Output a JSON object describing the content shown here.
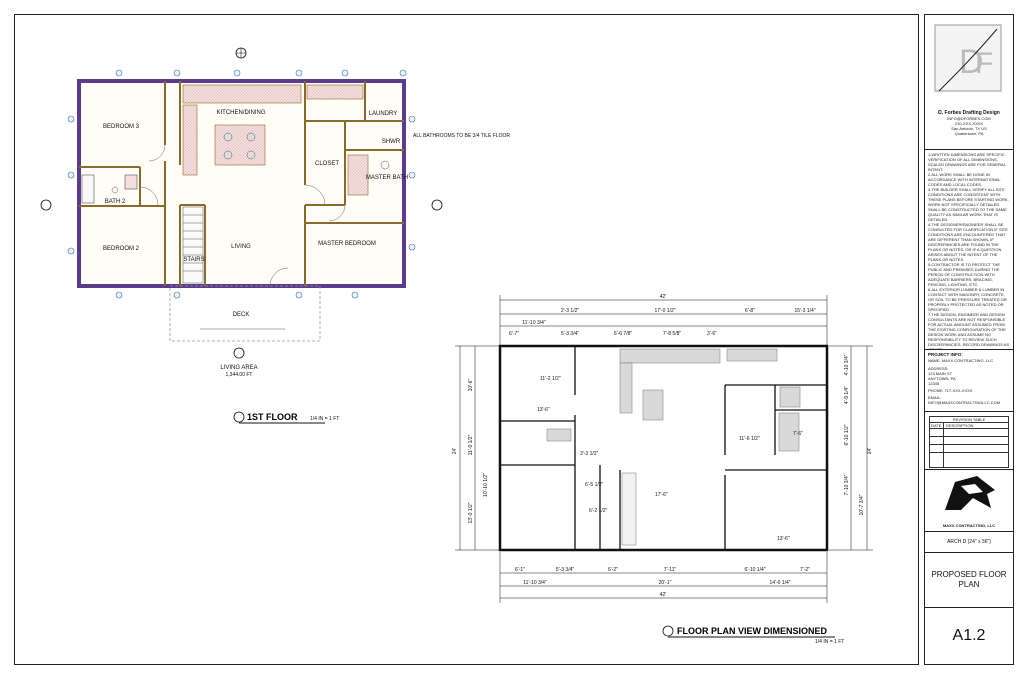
{
  "firm": {
    "name": "D. Forbes Drafting Design",
    "contact": [
      "INFO@DFORBES.COM",
      "210-XXX-XXXX",
      "San Antonio, TX US",
      "Quakertown, PA"
    ]
  },
  "notes": [
    "1.WRITTEN DIMENSIONS ARE SPECIFIC. VERIFICATION OF ALL DIMENSIONS, SCALED DRAWINGS ARE FOR GENERAL INTENT.",
    "2.ALL WORK SHALL BE DONE IN ACCORDANCE WITH INTERNATIONAL CODES AND LOCAL CODES.",
    "3.THE BUILDER SHALL VERIFY ALL SITE CONDITIONS ARE CONSISTENT WITH THESE PLANS BEFORE STARTING WORK. WORK NOT SPECIFICALLY DETAILED SHALL BE CONSTRUCTED TO THE SAME QUALITY AS SIMILAR WORK THAT IS DETAILED.",
    "4.THE DESIGNER/ENGINEER SHALL BE CONSULTED FOR CLARIFICATION IF SITE CONDITIONS ARE ENCOUNTERED THAT ARE DIFFERENT THAN SHOWN, IF DISCREPANCIES ARE FOUND IN THE PLANS OR NOTES, OR IF A QUESTION ARISES ABOUT THE INTENT OF THE PLANS OR NOTES.",
    "5.CONTRACTOR IS TO PROTECT THE PUBLIC AND PREMISES DURING THE PERIOD OF CONSTRUCTION WITH ADEQUATE BARRIERS, BRACING, FENCING, LIGHTING, ETC.",
    "6.ALL EXTERIOR LUMBER & LUMBER IN CONTACT WITH MASONRY, CONCRETE, OR SOIL TO BE PRESSURE TREATED OR PROPERLY PROTECTED AS NOTED OR SPECIFIED.",
    "7.THE DESIGN, ENGINEER AND DESIGN CONSULTANTS ARE NOT RESPONSIBLE FOR ACTUAL AMOUNT ASSUMED FROM THE EXISTING CONFIGURATION OF THE DESIGN WORK AND ASSUME NO RESPONSIBILITY TO REVIEW SUCH DISCREPANCIES. RECORD DRAWINGS AS ISSUED."
  ],
  "project_info": {
    "heading": "PROJECT INFO:",
    "company": "NAME: MAXX CONTRACTING, LLC",
    "address_label": "ADDRESS:",
    "address": [
      "123 MAIN ST",
      "ANYTOWN, PA",
      "12345"
    ],
    "phone": "PHONE: 717-XXX-XXXX",
    "email": "EMAIL: INFO@MAXXCONTRACTINGLLC.COM"
  },
  "revisions": {
    "title": "REVISION TABLE",
    "col_date": "DATE",
    "col_desc": "DESCRIPTION"
  },
  "logo_caption": "MAXX CONTRACTING, LLC",
  "sheet_size": "ARCH D (24\" x 36\")",
  "sheet_title": "PROPOSED FLOOR PLAN",
  "sheet_number": "A1.2",
  "plan1": {
    "rooms": {
      "kitchen": "KITCHEN/DINING",
      "laundry": "LAUNDRY",
      "bedroom3": "BEDROOM 3",
      "bath2": "BATH 2",
      "closet": "CLOSET",
      "master_bath": "MASTER BATH",
      "bedroom2": "BEDROOM 2",
      "living": "LIVING",
      "stairs": "STAIRS",
      "master_bedroom": "MASTER BEDROOM",
      "deck": "DECK",
      "shwr": "SHWR"
    },
    "callout": "ALL BATHROOMS TO BE 3/4 TILE FLOOR",
    "area_label": "LIVING AREA",
    "area_value": "1,344.00 FT",
    "title": "1ST FLOOR",
    "scale": "1/4 IN = 1 FT"
  },
  "plan2": {
    "overall_top": "42'",
    "top_row1": [
      "2'-3 1/2\"",
      "17'-0 1/2\"",
      "6'-8\"",
      "15'-3 1/4\""
    ],
    "top_row2": [
      "11'-10 3/4\"",
      "6'-7\"",
      "5'-3 3/4\"",
      "6'-6 7/8\"",
      "7'-8 5/8\"",
      "3'-6\""
    ],
    "bottom_row1": [
      "6'-1\"",
      "5'-3 3/4\"",
      "6'-2\"",
      "7'-11\"",
      "6'-10 1/4\"",
      "7'-2\""
    ],
    "bottom_row2": [
      "11'-10 3/4\"",
      "20'-1\"",
      "14'-0 1/4\""
    ],
    "overall_bottom": "42'",
    "left_overall": "24'",
    "left_dims": [
      "10'-6\"",
      "11'-0 1/2\"",
      "13'-0 1/2\"",
      "10'-10 1/2\""
    ],
    "right_overall": "24'",
    "right_dims": [
      "4'-10 3/4\"",
      "4'-9 1/4\"",
      "6'-10 1/2\"",
      "10'-7 3/4\"",
      "7'-10 3/4\""
    ],
    "interior": [
      "11'-2 1/2\"",
      "13'-6\"",
      "3'-3 1/2\"",
      "17'-6\"",
      "11'-6 1/2\"",
      "7'-6\"",
      "13'-6\"",
      "6'-5 1/2\"",
      "6'-2 1/2\""
    ],
    "title": "FLOOR PLAN VIEW DIMENSIONED",
    "scale": "1/4 IN = 1 FT"
  }
}
